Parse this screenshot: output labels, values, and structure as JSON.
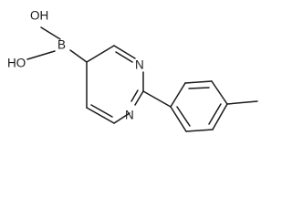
{
  "structure": {
    "labels": {
      "oh_top": "OH",
      "oh_bottom": "HO",
      "boron": "B",
      "n_top": "N",
      "n_bottom": "N"
    },
    "colors": {
      "bond": "#1a1a1a",
      "text": "#1a1a1a",
      "background": "#ffffff"
    }
  }
}
